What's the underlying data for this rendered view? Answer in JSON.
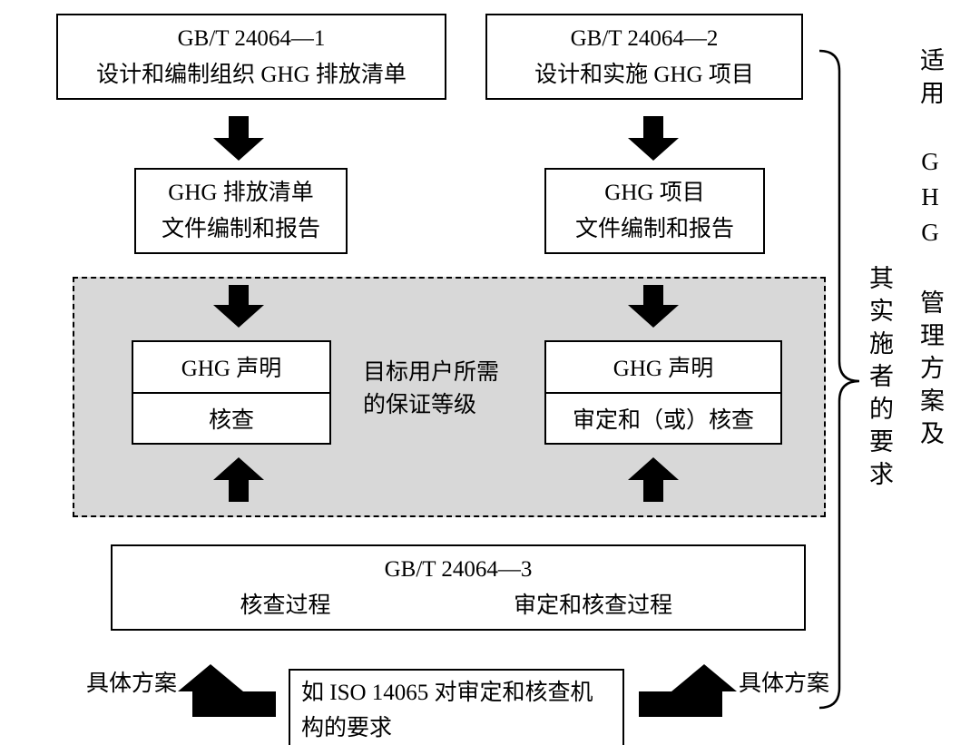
{
  "diagram": {
    "box_24064_1": {
      "title": "GB/T 24064—1",
      "subtitle": "设计和编制组织 GHG 排放清单"
    },
    "box_24064_2": {
      "title": "GB/T 24064—2",
      "subtitle": "设计和实施 GHG 项目"
    },
    "box_inventory_report": {
      "line1": "GHG 排放清单",
      "line2": "文件编制和报告"
    },
    "box_project_report": {
      "line1": "GHG 项目",
      "line2": "文件编制和报告"
    },
    "assurance_note": {
      "line1": "目标用户所需",
      "line2": "的保证等级"
    },
    "box_claim_verification": {
      "top": "GHG 声明",
      "bottom": "核查"
    },
    "box_claim_validation": {
      "top": "GHG 声明",
      "bottom": "审定和（或）核查"
    },
    "box_24064_3": {
      "title": "GB/T 24064—3",
      "left_label": "核查过程",
      "right_label": "审定和核查过程"
    },
    "box_iso14065": {
      "line1": "如 ISO 14065 对审定和核查机",
      "line2": "构的要求"
    },
    "label_scheme_left": "具体方案",
    "label_scheme_right": "具体方案",
    "side_note": {
      "column_outer": "适用 GHG 管理方案及",
      "column_inner": "其实施者的要求"
    },
    "colors": {
      "background": "#ffffff",
      "shaded_region": "#d8d8d8",
      "line": "#000000"
    }
  }
}
